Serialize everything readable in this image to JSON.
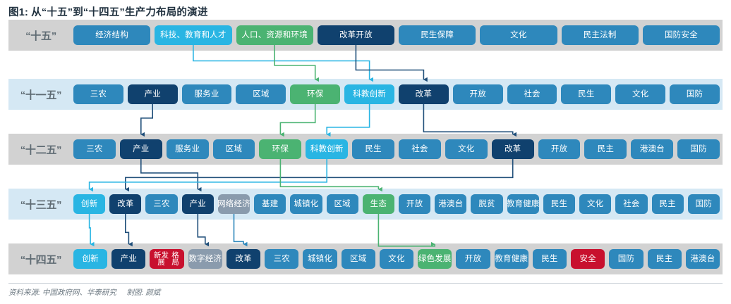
{
  "title": "图1: 从“十五”到“十四五”生产力布局的演进",
  "footer": {
    "source": "资料来源: 中国政府网、华泰研究     制图: 颜斌"
  },
  "colors": {
    "blue": "#2e88bc",
    "cyan": "#29b5e3",
    "green": "#4bb372",
    "navy": "#10416e",
    "gray": "#8a9bad",
    "red": "#c8102e",
    "band_gray": "#d2d2d2",
    "band_lightblue": "#d5e8f4",
    "title_text": "#20313f",
    "label_text": "#5f6b73"
  },
  "rows": [
    {
      "label": "“十五”",
      "band": "gray",
      "nodes": [
        {
          "text": "经济结构",
          "color": "blue",
          "w": 124
        },
        {
          "text": "科技、教育和人才",
          "color": "cyan",
          "w": 124
        },
        {
          "text": "人口、资源和环境",
          "color": "green",
          "w": 124
        },
        {
          "text": "改革开放",
          "color": "navy",
          "w": 124
        },
        {
          "text": "民生保障",
          "color": "blue",
          "w": 124
        },
        {
          "text": "文化",
          "color": "blue",
          "w": 124
        },
        {
          "text": "民主法制",
          "color": "blue",
          "w": 124
        },
        {
          "text": "国防安全",
          "color": "blue",
          "w": 124
        }
      ]
    },
    {
      "label": "“十一五”",
      "band": "lightblue",
      "nodes": [
        {
          "text": "三农",
          "color": "blue",
          "w": 92
        },
        {
          "text": "产业",
          "color": "navy",
          "w": 92
        },
        {
          "text": "服务业",
          "color": "blue",
          "w": 92
        },
        {
          "text": "区域",
          "color": "blue",
          "w": 92
        },
        {
          "text": "环保",
          "color": "green",
          "w": 92
        },
        {
          "text": "科教创新",
          "color": "cyan",
          "w": 92
        },
        {
          "text": "改革",
          "color": "navy",
          "w": 92
        },
        {
          "text": "开放",
          "color": "blue",
          "w": 92
        },
        {
          "text": "社会",
          "color": "blue",
          "w": 92
        },
        {
          "text": "民生",
          "color": "blue",
          "w": 92
        },
        {
          "text": "文化",
          "color": "blue",
          "w": 92
        },
        {
          "text": "国防",
          "color": "blue",
          "w": 92
        }
      ]
    },
    {
      "label": "“十二五”",
      "band": "gray",
      "nodes": [
        {
          "text": "三农",
          "color": "blue",
          "w": 68
        },
        {
          "text": "产业",
          "color": "navy",
          "w": 68
        },
        {
          "text": "服务业",
          "color": "blue",
          "w": 68
        },
        {
          "text": "区域",
          "color": "blue",
          "w": 68
        },
        {
          "text": "环保",
          "color": "green",
          "w": 68
        },
        {
          "text": "科教创新",
          "color": "cyan",
          "w": 68
        },
        {
          "text": "民生",
          "color": "blue",
          "w": 68
        },
        {
          "text": "社会",
          "color": "blue",
          "w": 68
        },
        {
          "text": "文化",
          "color": "blue",
          "w": 68
        },
        {
          "text": "改革",
          "color": "navy",
          "w": 68
        },
        {
          "text": "开放",
          "color": "blue",
          "w": 68
        },
        {
          "text": "民主",
          "color": "blue",
          "w": 68
        },
        {
          "text": "港澳台",
          "color": "blue",
          "w": 68
        },
        {
          "text": "国防",
          "color": "blue",
          "w": 68
        }
      ]
    },
    {
      "label": "“十三五”",
      "band": "lightblue",
      "nodes": [
        {
          "text": "创新",
          "color": "cyan",
          "w": 54
        },
        {
          "text": "改革",
          "color": "navy",
          "w": 54
        },
        {
          "text": "三农",
          "color": "blue",
          "w": 54
        },
        {
          "text": "产业",
          "color": "navy",
          "w": 54
        },
        {
          "text": "网络经济",
          "color": "gray",
          "w": 54
        },
        {
          "text": "基建",
          "color": "blue",
          "w": 54
        },
        {
          "text": "城镇化",
          "color": "blue",
          "w": 54
        },
        {
          "text": "区域",
          "color": "blue",
          "w": 54
        },
        {
          "text": "生态",
          "color": "green",
          "w": 54
        },
        {
          "text": "开放",
          "color": "blue",
          "w": 54
        },
        {
          "text": "港澳台",
          "color": "blue",
          "w": 54
        },
        {
          "text": "脱贫",
          "color": "blue",
          "w": 54
        },
        {
          "text": "教育健康",
          "color": "blue",
          "w": 54
        },
        {
          "text": "民生",
          "color": "blue",
          "w": 54
        },
        {
          "text": "文化",
          "color": "blue",
          "w": 54
        },
        {
          "text": "社会",
          "color": "blue",
          "w": 54
        },
        {
          "text": "民主",
          "color": "blue",
          "w": 54
        },
        {
          "text": "国防",
          "color": "blue",
          "w": 54
        }
      ]
    },
    {
      "label": "“十四五”",
      "band": "gray",
      "nodes": [
        {
          "text": "创新",
          "color": "cyan",
          "w": 54
        },
        {
          "text": "产业",
          "color": "navy",
          "w": 54
        },
        {
          "text": "新发展\n格局",
          "color": "red",
          "w": 54,
          "two_line": true
        },
        {
          "text": "数字经济",
          "color": "gray",
          "w": 54
        },
        {
          "text": "改革",
          "color": "navy",
          "w": 54
        },
        {
          "text": "三农",
          "color": "blue",
          "w": 54
        },
        {
          "text": "城镇化",
          "color": "blue",
          "w": 54
        },
        {
          "text": "区域",
          "color": "blue",
          "w": 54
        },
        {
          "text": "文化",
          "color": "blue",
          "w": 54
        },
        {
          "text": "绿色发展",
          "color": "green",
          "w": 54
        },
        {
          "text": "开放",
          "color": "blue",
          "w": 54
        },
        {
          "text": "教育健康",
          "color": "blue",
          "w": 54
        },
        {
          "text": "民生",
          "color": "blue",
          "w": 54
        },
        {
          "text": "安全",
          "color": "red",
          "w": 54
        },
        {
          "text": "国防",
          "color": "blue",
          "w": 54
        },
        {
          "text": "民主",
          "color": "blue",
          "w": 54
        },
        {
          "text": "港澳台",
          "color": "blue",
          "w": 54
        }
      ]
    }
  ],
  "connectors": [
    {
      "from": "十五/科技、教育和人才",
      "to": "十一五/科教创新",
      "color": "cyan"
    },
    {
      "from": "十五/人口、资源和环境",
      "to": "十一五/环保",
      "color": "green"
    },
    {
      "from": "十五/改革开放",
      "to": "十一五/改革",
      "color": "navy"
    },
    {
      "from": "十一五/产业",
      "to": "十二五/产业",
      "color": "navy"
    },
    {
      "from": "十一五/环保",
      "to": "十二五/环保",
      "color": "green"
    },
    {
      "from": "十一五/科教创新",
      "to": "十二五/科教创新",
      "color": "cyan"
    },
    {
      "from": "十一五/改革",
      "to": "十二五/改革",
      "color": "navy"
    },
    {
      "from": "十二五/产业",
      "to": "十三五/产业",
      "color": "navy"
    },
    {
      "from": "十二五/改革",
      "to": "十三五/改革",
      "color": "navy"
    },
    {
      "from": "十二五/科教创新",
      "to": "十三五/创新",
      "color": "cyan"
    },
    {
      "from": "十二五/环保",
      "to": "十三五/生态",
      "color": "green"
    },
    {
      "from": "十三五/创新",
      "to": "十四五/创新",
      "color": "cyan"
    },
    {
      "from": "十三五/改革",
      "to": "十四五/产业",
      "color": "navy"
    },
    {
      "from": "十三五/产业",
      "to": "十四五/数字经济",
      "color": "navy"
    },
    {
      "from": "十三五/网络经济",
      "to": "十四五/改革",
      "color": "blue"
    },
    {
      "from": "十三五/生态",
      "to": "十四五/绿色发展",
      "color": "green"
    }
  ]
}
